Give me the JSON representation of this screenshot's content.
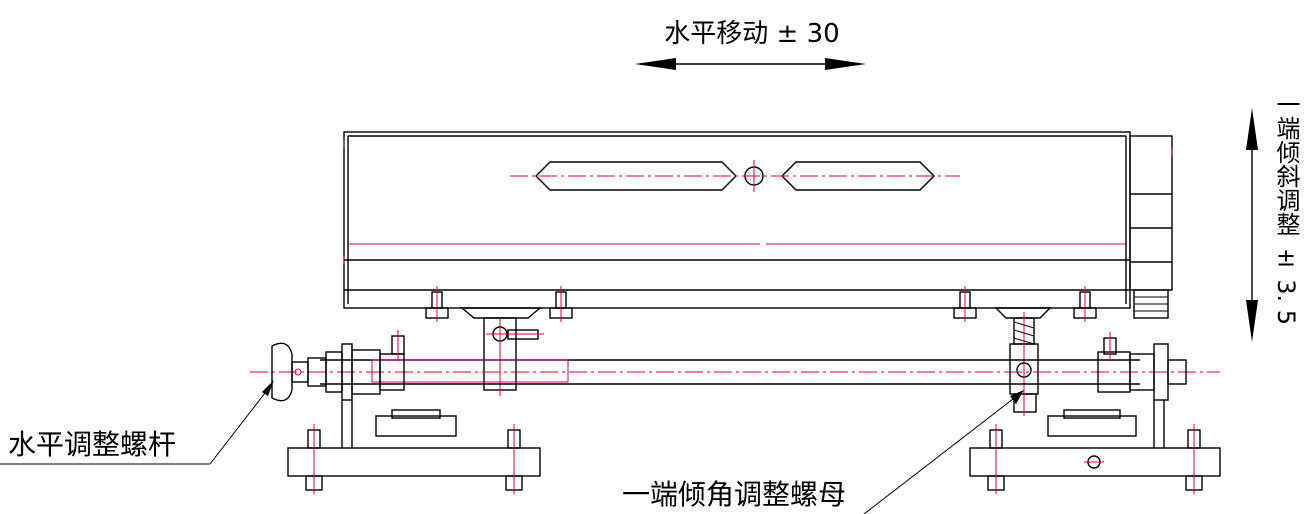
{
  "labels": {
    "horizontal_move": "水平移动 ± 30",
    "tilt_adjust": "一端倾斜调整 ± 3. 5",
    "horizontal_screw": "水平调整螺杆",
    "tilt_nut": "一端倾角调整螺母"
  },
  "colors": {
    "line": "#000000",
    "centerline": "#e0002a",
    "magenta": "#c0007a",
    "background": "#ffffff"
  }
}
